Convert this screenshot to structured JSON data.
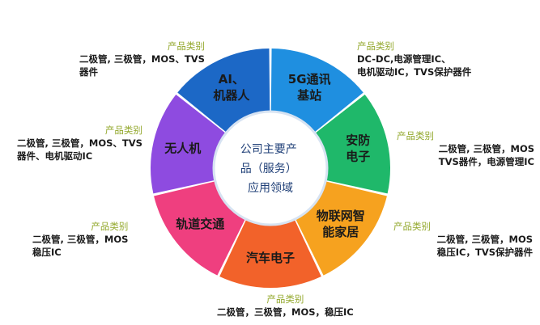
{
  "center": {
    "lines": [
      "公司主要产",
      "品（服务）",
      "应用领域"
    ]
  },
  "segments": [
    {
      "lines": [
        "5G通讯",
        "基站"
      ],
      "color": "#1f8fe0"
    },
    {
      "lines": [
        "安防",
        "电子"
      ],
      "color": "#1fb86a"
    },
    {
      "lines": [
        "物联网智",
        "能家居"
      ],
      "color": "#f6a21f"
    },
    {
      "lines": [
        "汽车电子"
      ],
      "color": "#f2622a"
    },
    {
      "lines": [
        "轨道交通"
      ],
      "color": "#ef3f7f"
    },
    {
      "lines": [
        "无人机"
      ],
      "color": "#8e4be0"
    },
    {
      "lines": [
        "AI、",
        "机器人"
      ],
      "color": "#1c68c6"
    }
  ],
  "categories": {
    "top_left": {
      "title": "产品类别",
      "lines": [
        "二极管, 三极管，MOS、TVS",
        "器件"
      ]
    },
    "top_right": {
      "title": "产品类别",
      "lines": [
        "DC-DC,电源管理IC、",
        "电机驱动IC，TVS保护器件"
      ]
    },
    "mid_left": {
      "title": "产品类别",
      "lines": [
        "二极管, 三极管，MOS、TVS",
        "器件、电机驱动IC"
      ]
    },
    "mid_right": {
      "title": "产品类别",
      "lines": [
        "二极管, 三极管，MOS",
        "TVS器件，电源管理IC"
      ]
    },
    "low_left": {
      "title": "产品类别",
      "lines": [
        "二极管, 三极管，MOS",
        "稳压IC"
      ]
    },
    "low_right": {
      "title": "产品类别",
      "lines": [
        "二极管, 三极管，MOS",
        "稳压IC，TVS保护器件"
      ]
    },
    "bottom": {
      "title": "产品类别",
      "lines": [
        "二极管，三极管，MOS，稳压IC"
      ]
    }
  }
}
